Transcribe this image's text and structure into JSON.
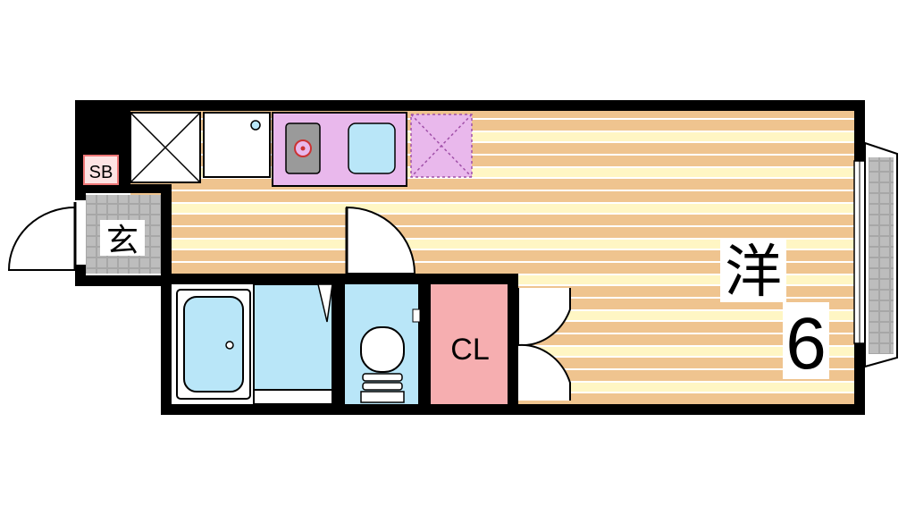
{
  "floorplan": {
    "labels": {
      "shoe_box": "SB",
      "entrance": "玄",
      "closet": "CL",
      "room_type": "洋",
      "room_size": "6"
    },
    "colors": {
      "wall": "#000000",
      "floor_stripe_orange": "#efc48f",
      "floor_stripe_cream": "#fff6c4",
      "floor_stripe_white": "#ffffff",
      "kitchen": "#e9b8ec",
      "wet_area": "#b9e6f8",
      "closet": "#f6aeb0",
      "tile_gray": "#999999",
      "sb_border": "#e77"
    }
  }
}
